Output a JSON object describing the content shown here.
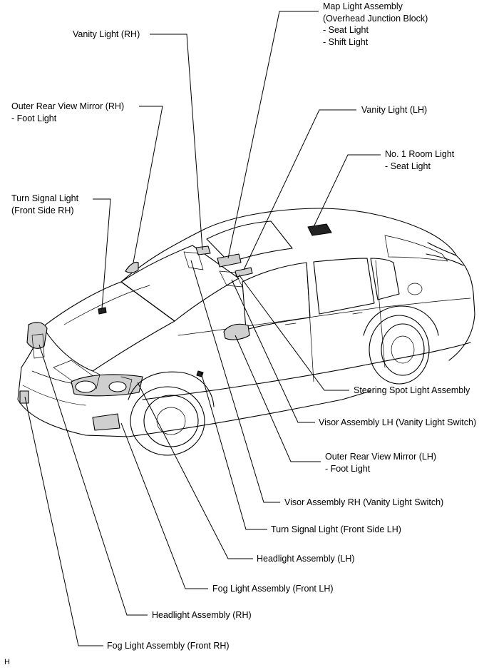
{
  "labels": {
    "map_light": [
      "Map Light Assembly",
      "(Overhead Junction Block)",
      "- Seat Light",
      "- Shift Light"
    ],
    "vanity_light_rh": [
      "Vanity Light (RH)"
    ],
    "outer_mirror_rh": [
      "Outer Rear View Mirror (RH)",
      "- Foot Light"
    ],
    "vanity_light_lh": [
      "Vanity Light (LH)"
    ],
    "no1_room_light": [
      "No. 1 Room Light",
      "- Seat Light"
    ],
    "turn_signal_rh": [
      "Turn Signal Light",
      "(Front Side RH)"
    ],
    "steering_spot": [
      "Steering Spot Light Assembly"
    ],
    "visor_lh": [
      "Visor Assembly LH (Vanity Light Switch)"
    ],
    "outer_mirror_lh": [
      "Outer Rear View Mirror (LH)",
      "- Foot Light"
    ],
    "visor_rh": [
      "Visor Assembly RH (Vanity Light Switch)"
    ],
    "turn_signal_lh": [
      "Turn Signal Light (Front Side LH)"
    ],
    "headlight_lh": [
      "Headlight Assembly (LH)"
    ],
    "fog_light_lh": [
      "Fog Light Assembly (Front LH)"
    ],
    "headlight_rh": [
      "Headlight Assembly (RH)"
    ],
    "fog_light_rh": [
      "Fog Light Assembly (Front RH)"
    ]
  },
  "corner_mark": "H"
}
